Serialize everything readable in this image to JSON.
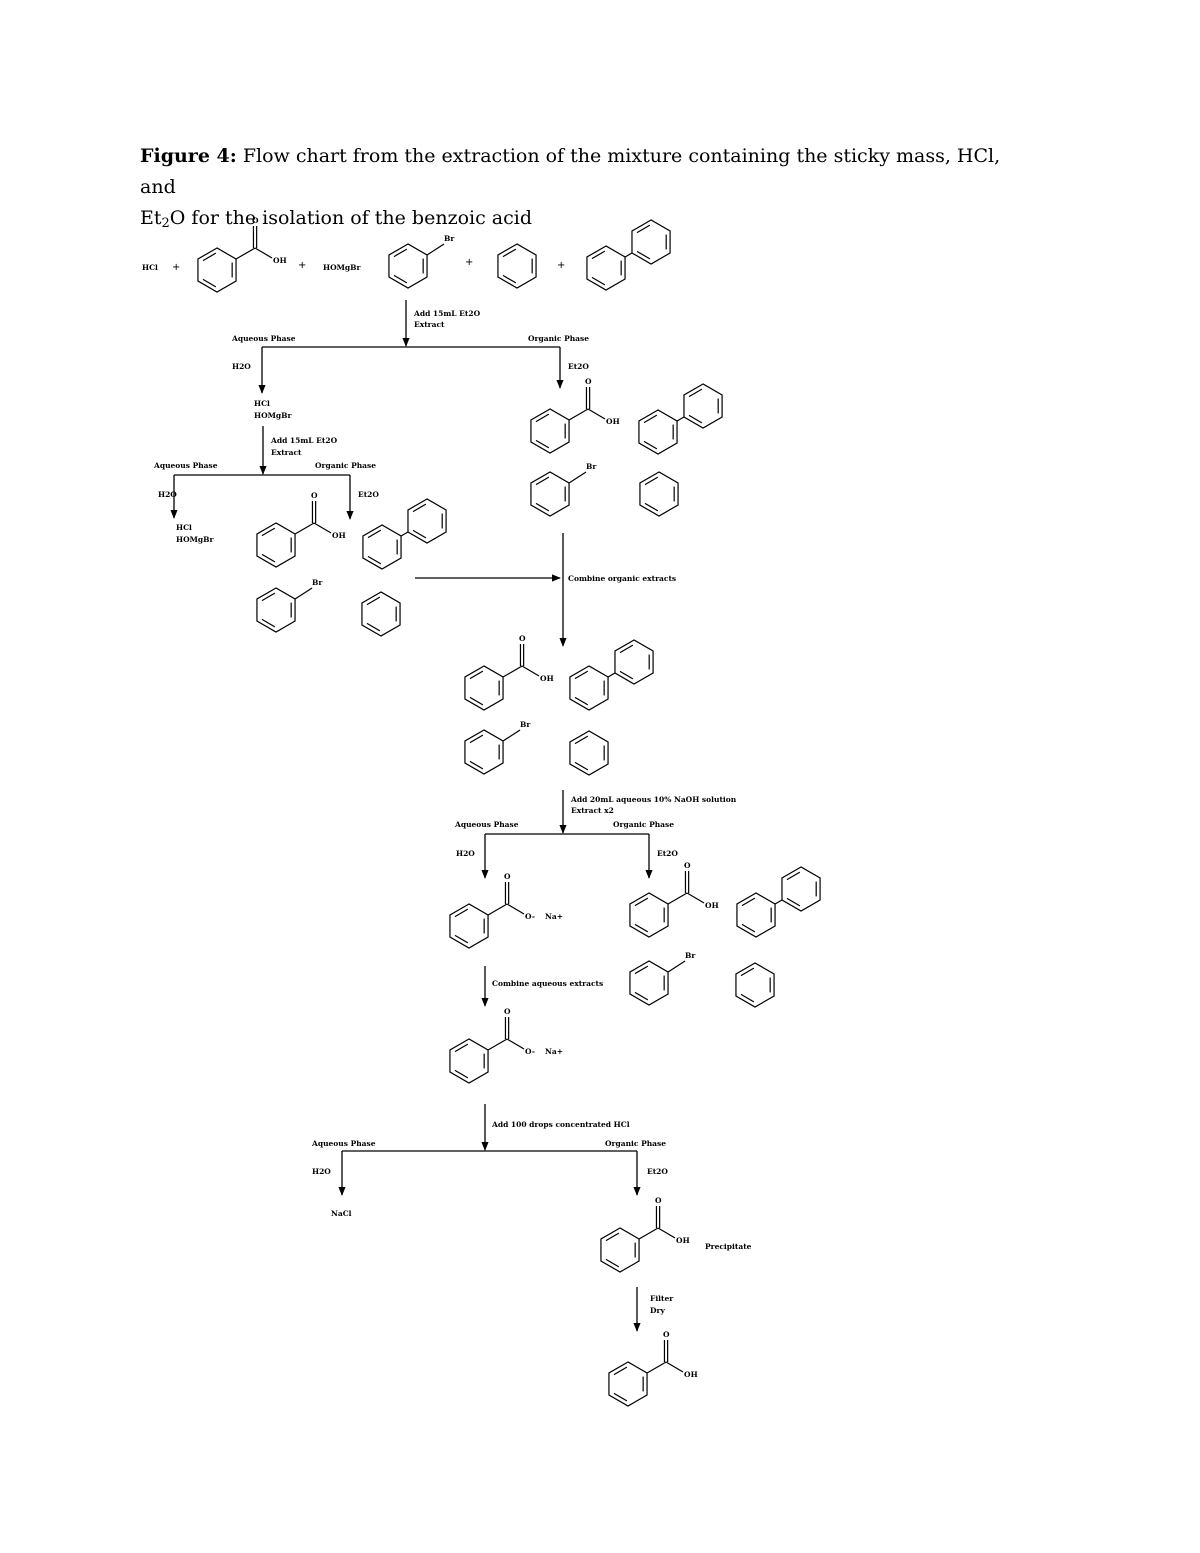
{
  "caption": {
    "label": "Figure 4:",
    "line1": "Flow chart from the extraction of the mixture containing the sticky mass, HCl, and",
    "line2_prefix": "Et",
    "line2_sub": "2",
    "line2_rest": "O for the isolation of the benzoic acid"
  },
  "reactants": {
    "hcl": "HCl",
    "plus": "+",
    "hombr": "HOMgBr"
  },
  "atoms": {
    "o": "O",
    "oh": "OH",
    "br": "Br",
    "o_minus": "O-",
    "na_plus": "Na+"
  },
  "steps": {
    "step1": [
      "Add 15mL Et2O",
      "Extract"
    ],
    "step2": [
      "Add 15mL Et2O",
      "Extract"
    ],
    "step3": "Combine organic extracts",
    "step4": [
      "Add 20mL aqueous 10% NaOH solution",
      "Extract x2"
    ],
    "step5": "Combine aqueous extracts",
    "step6": "Add 100 drops concentrated HCl",
    "step7": [
      "Filter",
      "Dry"
    ]
  },
  "phases": {
    "aqueous": "Aqueous Phase",
    "organic": "Organic Phase",
    "h2o": "H2O",
    "et2o": "Et2O"
  },
  "products": {
    "aq1_line1": "HCl",
    "aq1_line2": "HOMgBr",
    "aq2_line1": "HCl",
    "aq2_line2": "HOMgBr",
    "nacl": "NaCl",
    "precipitate": "Precipitate"
  }
}
